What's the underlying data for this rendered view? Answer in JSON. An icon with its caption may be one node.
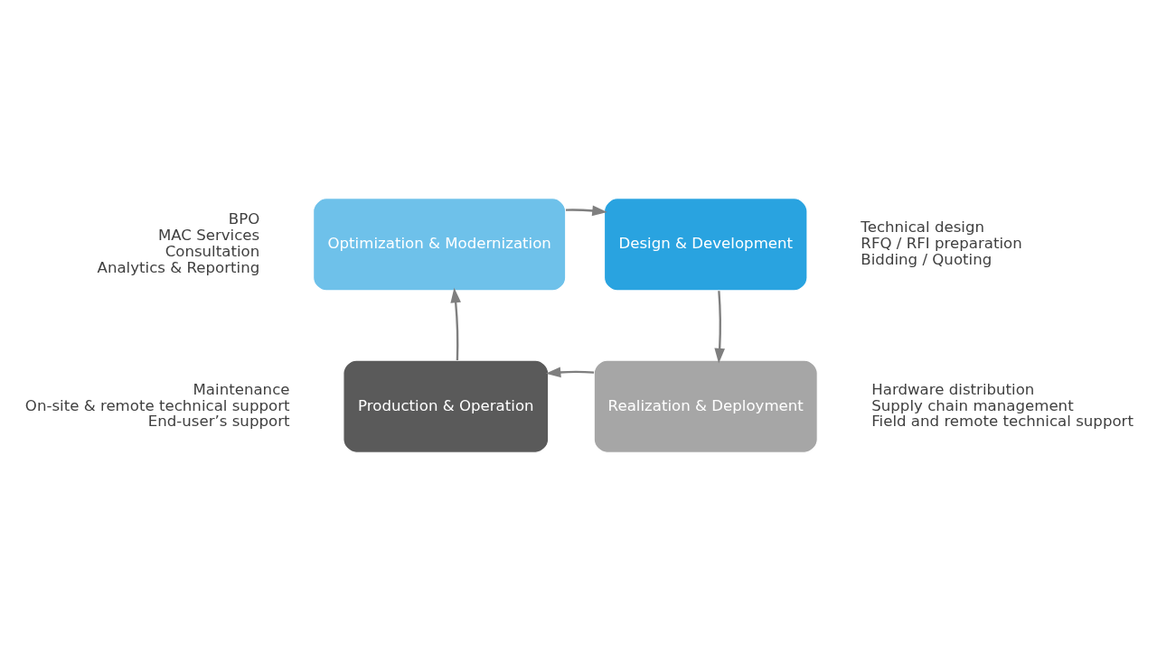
{
  "diagram": {
    "nodes": [
      {
        "text": [
          "Optimization & Modernization"
        ],
        "beside": [
          "BPO",
          "MAC Services",
          "Consultation",
          "Analytics & Reporting"
        ]
      },
      {
        "text": [
          "Design & Development"
        ],
        "beside": [
          "Technical design",
          "RFQ / RFI preparation",
          "Bidding / Quoting"
        ]
      },
      {
        "text": [
          "Production & Operation"
        ],
        "beside": [
          "Maintenance",
          "On-site & remote technical support",
          "End-user’s support"
        ]
      },
      {
        "text": [
          "Realization & Deployment"
        ],
        "beside": [
          "Hardware distribution",
          "Supply chain management",
          "Field and remote technical support"
        ]
      }
    ],
    "edges": [
      {
        "from": 0,
        "to": 1,
        "arrow": "to"
      },
      {
        "from": 1,
        "to": 3,
        "arrow": "to"
      },
      {
        "from": 3,
        "to": 2,
        "arrow": "to"
      },
      {
        "from": 2,
        "to": 0,
        "arrow": "to"
      }
    ]
  }
}
